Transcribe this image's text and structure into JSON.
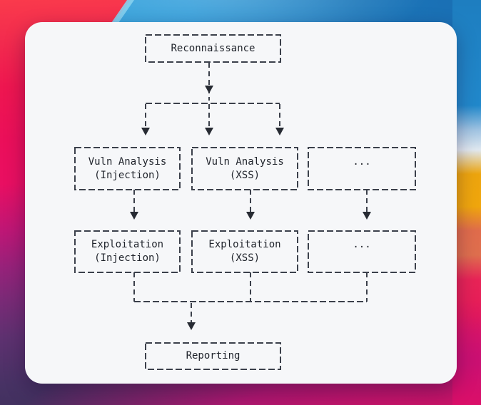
{
  "diagram": {
    "title": "penetration-testing workflow flowchart",
    "nodes": [
      {
        "id": "reconnaissance",
        "lines": [
          "Reconnaissance"
        ]
      },
      {
        "id": "vuln-analysis-injection",
        "lines": [
          "Vuln Analysis",
          "(Injection)"
        ]
      },
      {
        "id": "vuln-analysis-xss",
        "lines": [
          "Vuln Analysis",
          "(XSS)"
        ]
      },
      {
        "id": "vuln-analysis-more",
        "lines": [
          "..."
        ]
      },
      {
        "id": "exploitation-injection",
        "lines": [
          "Exploitation",
          "(Injection)"
        ]
      },
      {
        "id": "exploitation-xss",
        "lines": [
          "Exploitation",
          "(XSS)"
        ]
      },
      {
        "id": "exploitation-more",
        "lines": [
          "..."
        ]
      },
      {
        "id": "reporting",
        "lines": [
          "Reporting"
        ]
      }
    ],
    "edges": [
      {
        "from": "reconnaissance",
        "to": "vuln-analysis-injection"
      },
      {
        "from": "reconnaissance",
        "to": "vuln-analysis-xss"
      },
      {
        "from": "reconnaissance",
        "to": "vuln-analysis-more"
      },
      {
        "from": "vuln-analysis-injection",
        "to": "exploitation-injection"
      },
      {
        "from": "vuln-analysis-xss",
        "to": "exploitation-xss"
      },
      {
        "from": "vuln-analysis-more",
        "to": "exploitation-more"
      },
      {
        "from": "exploitation-injection",
        "to": "reporting"
      },
      {
        "from": "exploitation-xss",
        "to": "reporting"
      },
      {
        "from": "exploitation-more",
        "to": "reporting"
      }
    ],
    "colors": {
      "card_background": "#f6f7f9",
      "box_stroke": "#3b404b",
      "text": "#1f232b"
    }
  },
  "wallpaper": {
    "style": "macOS Big Sur abstract gradient",
    "palette": {
      "red": "#ee1650",
      "crimson": "#e90f62",
      "magenta": "#cf1172",
      "purple": "#7c2a77",
      "indigo": "#3c2f58",
      "blue": "#2196d8",
      "dark_blue": "#1a6fb4",
      "light_band": "#e0e8f0",
      "amber": "#f0a60d",
      "orange_red": "#df6f4e",
      "pink": "#e20f68"
    }
  }
}
